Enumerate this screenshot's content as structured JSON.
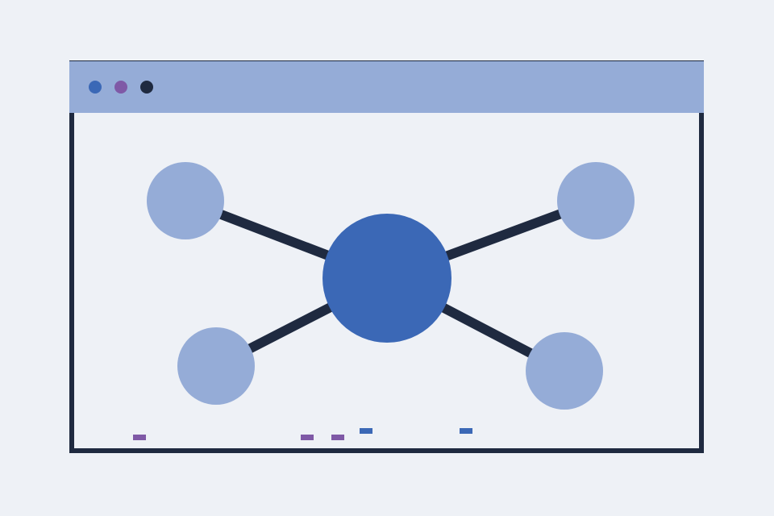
{
  "colors": {
    "page_background": "#eef1f6",
    "window_border": "#1f2a40",
    "titlebar": "#95acd7",
    "window_body": "#eef1f6",
    "hub_node": "#3b68b6",
    "leaf_node": "#95acd7",
    "connector": "#1f2a40",
    "traffic_blue": "#3b68b6",
    "traffic_purple": "#7f59a6",
    "traffic_dark": "#1f2a40",
    "marker_purple": "#7f59a6",
    "marker_blue": "#3b68b6"
  },
  "window": {
    "traffic_lights": [
      {
        "name": "traffic-light-blue",
        "color": "#3b68b6"
      },
      {
        "name": "traffic-light-purple",
        "color": "#7f59a6"
      },
      {
        "name": "traffic-light-dark",
        "color": "#1f2a40"
      }
    ]
  },
  "network": {
    "hub": {
      "name": "hub-node"
    },
    "leaves": [
      {
        "name": "leaf-node-top-left"
      },
      {
        "name": "leaf-node-top-right"
      },
      {
        "name": "leaf-node-bottom-left"
      },
      {
        "name": "leaf-node-bottom-right"
      }
    ]
  },
  "markers": [
    {
      "name": "marker-purple-1",
      "color": "#7f59a6"
    },
    {
      "name": "marker-purple-2",
      "color": "#7f59a6"
    },
    {
      "name": "marker-purple-3",
      "color": "#7f59a6"
    },
    {
      "name": "marker-blue-1",
      "color": "#3b68b6"
    },
    {
      "name": "marker-blue-2",
      "color": "#3b68b6"
    }
  ]
}
